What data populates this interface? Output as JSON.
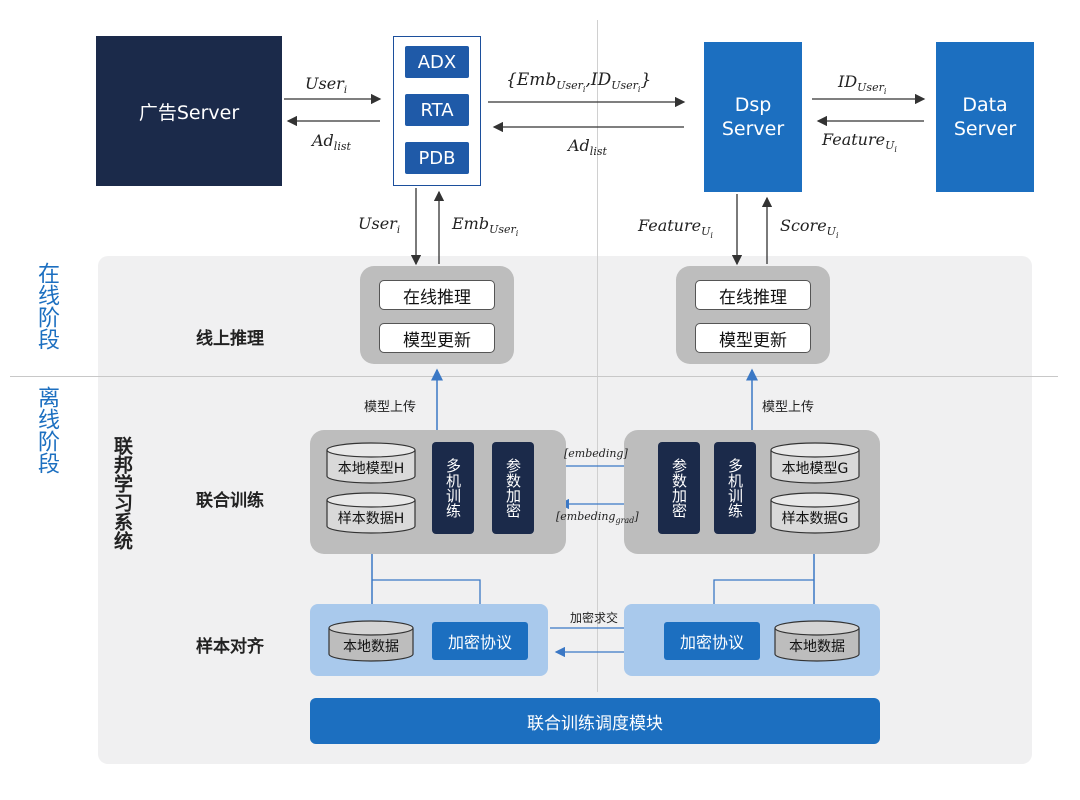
{
  "top": {
    "ad_server": "广告Server",
    "chips": [
      "ADX",
      "RTA",
      "PDB"
    ],
    "dsp_server": "Dsp\nServer",
    "data_server": "Data\nServer"
  },
  "flows": {
    "user_i": "User",
    "user_i_sub": "i",
    "ad_list": "Ad",
    "ad_list_sub": "list",
    "emb_id_brace": "{Emb",
    "emb_id_mid": ",ID",
    "id_user": "ID",
    "user_sub": "User",
    "i_sub": "i",
    "feature": "Feature",
    "feature_sub": "U",
    "score": "Score",
    "emb_user": "Emb",
    "close_brace": "}"
  },
  "stages": {
    "online": "在线阶段",
    "offline": "离线阶段"
  },
  "system_label": "联邦学习系统",
  "rows": {
    "online_inference": "线上推理",
    "joint_training": "联合训练",
    "sample_alignment": "样本对齐"
  },
  "online": {
    "infer": "在线推理",
    "update": "模型更新"
  },
  "upload_label": "模型上传",
  "training": {
    "local_model_h": "本地模型H",
    "sample_data_h": "样本数据H",
    "local_model_g": "本地模型G",
    "sample_data_g": "样本数据G",
    "multi_train": "多机训练",
    "param_encrypt": "参数加密",
    "embeding": "[embeding]",
    "embeding_grad": "[embeding",
    "grad_sub": "grad",
    "grad_close": "]"
  },
  "alignment": {
    "local_data": "本地数据",
    "protocol": "加密协议",
    "intersect": "加密求交"
  },
  "scheduler": "联合训练调度模块"
}
